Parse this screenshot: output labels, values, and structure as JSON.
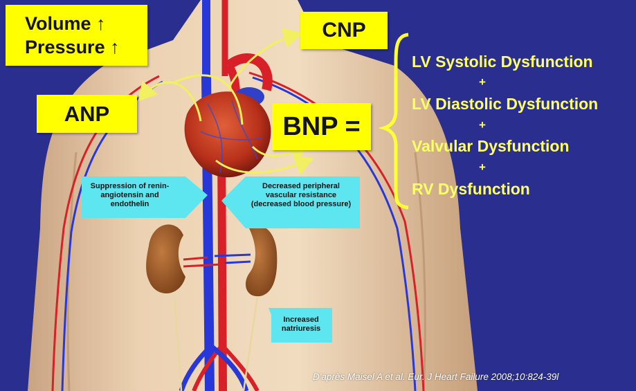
{
  "boxes": {
    "volume_line": "Volume",
    "volume_arrow": "↑",
    "pressure_line": "Pressure",
    "pressure_arrow": "↑",
    "cnp": "CNP",
    "anp": "ANP",
    "bnp": "BNP ="
  },
  "callouts": {
    "suppression": "Suppression of renin-angiotensin and endothelin",
    "decreased_resistance": "Decreased peripheral vascular resistance (decreased blood pressure)",
    "natriuresis": "Increased natriuresis"
  },
  "bnp_components": [
    "LV Systolic Dysfunction",
    "LV Diastolic Dysfunction",
    "Valvular Dysfunction",
    "RV Dysfunction"
  ],
  "plus_sign": "+",
  "citation": "D'après Maisel A et al. Eur. J Heart Failure 2008;10:824-39l",
  "colors": {
    "background": "#2a2f8f",
    "highlight_box": "#ffff00",
    "list_text": "#ffff66",
    "callout": "#5ee6f0",
    "skin": "#e8c4a0",
    "artery": "#e0202a",
    "vein": "#2838d8",
    "kidney": "#9a5a2a",
    "heart": "#c03018"
  }
}
